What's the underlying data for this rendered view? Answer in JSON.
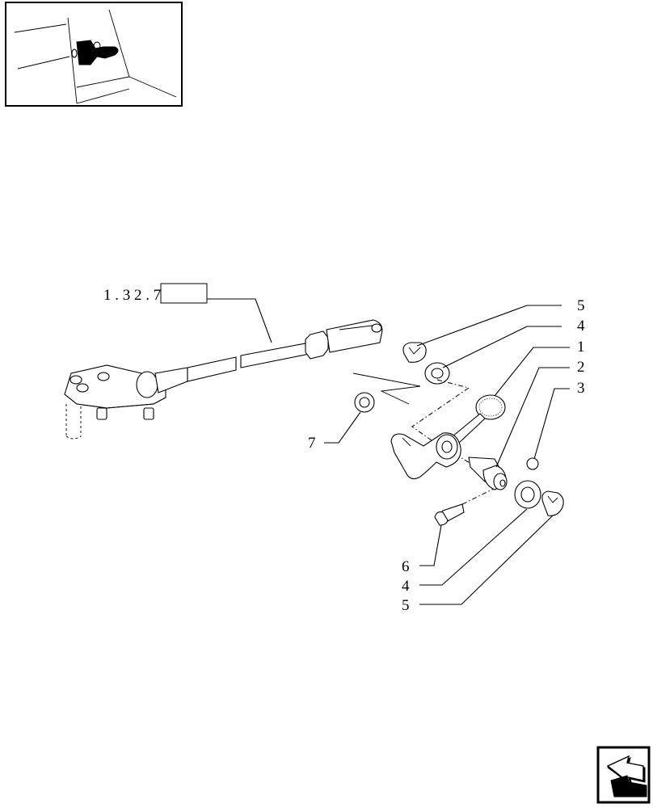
{
  "reference": {
    "text": "1 . 3 2 . 7"
  },
  "callouts": [
    {
      "id": "c5a",
      "text": "5"
    },
    {
      "id": "c4a",
      "text": "4"
    },
    {
      "id": "c1",
      "text": "1"
    },
    {
      "id": "c2",
      "text": "2"
    },
    {
      "id": "c3",
      "text": "3"
    },
    {
      "id": "c7",
      "text": "7"
    },
    {
      "id": "c6",
      "text": "6"
    },
    {
      "id": "c4b",
      "text": "4"
    },
    {
      "id": "c5b",
      "text": "5"
    }
  ],
  "icons": {
    "thumbnail": "location-thumbnail-icon",
    "nav": "next-page-arrow-icon"
  }
}
